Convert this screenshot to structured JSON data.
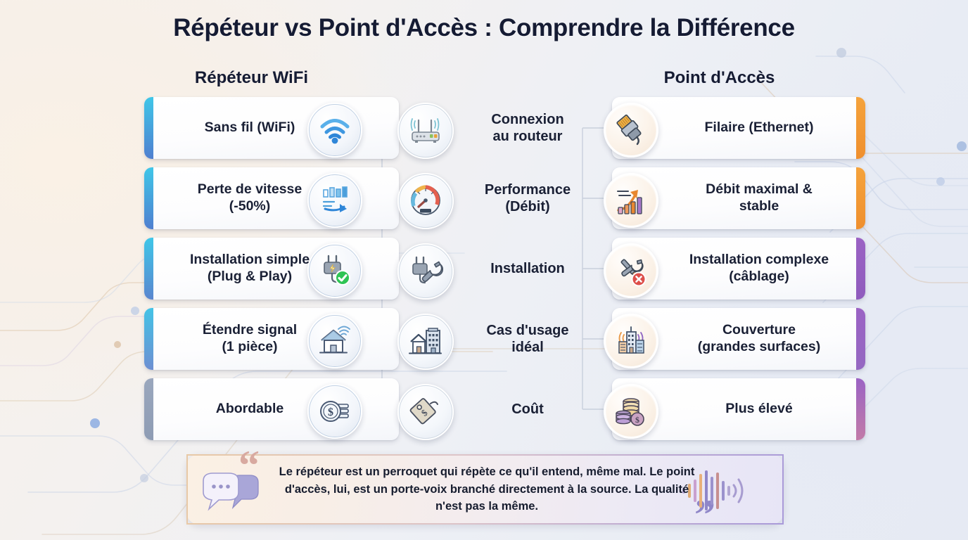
{
  "title": "Répéteur vs Point d'Accès : Comprendre la Différence",
  "columns": {
    "left_heading": "Répéteur WiFi",
    "right_heading": "Point d'Accès"
  },
  "rows": [
    {
      "criterion": "Connexion\nau routeur",
      "criterion_icon": "router-icon",
      "left": {
        "label": "Sans fil (WiFi)",
        "icon": "wifi-icon",
        "accent_from": "#3fc6e8",
        "accent_to": "#4f7fd0"
      },
      "right": {
        "label": "Filaire (Ethernet)",
        "icon": "ethernet-plug-icon",
        "accent_from": "#f5a33c",
        "accent_to": "#ef8f2e"
      }
    },
    {
      "criterion": "Performance\n(Débit)",
      "criterion_icon": "speedometer-icon",
      "left": {
        "label": "Perte de vitesse\n(-50%)",
        "icon": "speed-drop-icon",
        "accent_from": "#3fc6e8",
        "accent_to": "#4f7fd0"
      },
      "right": {
        "label": "Débit maximal &\nstable",
        "icon": "growth-chart-icon",
        "accent_from": "#f5a33c",
        "accent_to": "#ef8f2e"
      }
    },
    {
      "criterion": "Installation",
      "criterion_icon": "plug-wrench-icon",
      "left": {
        "label": "Installation simple\n(Plug & Play)",
        "icon": "plug-check-icon",
        "accent_from": "#3fc6e8",
        "accent_to": "#5a86cf"
      },
      "right": {
        "label": "Installation complexe\n(câblage)",
        "icon": "tools-error-icon",
        "accent_from": "#9b63c4",
        "accent_to": "#8f5bbd"
      }
    },
    {
      "criterion": "Cas d'usage\nidéal",
      "criterion_icon": "house-building-icon",
      "left": {
        "label": "Étendre signal\n(1 pièce)",
        "icon": "house-signal-icon",
        "accent_from": "#44c3e6",
        "accent_to": "#6d8fd2"
      },
      "right": {
        "label": "Couverture\n(grandes surfaces)",
        "icon": "building-signal-icon",
        "accent_from": "#9b63c4",
        "accent_to": "#9568c2"
      }
    },
    {
      "criterion": "Coût",
      "criterion_icon": "price-tag-icon",
      "left": {
        "label": "Abordable",
        "icon": "coins-dollar-icon",
        "accent_from": "#9aa7bd",
        "accent_to": "#8e9cb4"
      },
      "right": {
        "label": "Plus élevé",
        "icon": "coins-stack-icon",
        "accent_from": "#9b63c4",
        "accent_to": "#c27ba8"
      }
    }
  ],
  "quote": {
    "text": "Le répéteur est un perroquet qui répète ce qu'il entend, même mal. Le point d'accès, lui, est un porte-voix branché directement à la source. La qualité n'est pas la même.",
    "open_quote_glyph": "“",
    "close_quote_glyph": "”",
    "left_icon": "chat-bubbles-icon",
    "right_icon": "soundwave-icon"
  },
  "theme": {
    "title_color": "#151b33",
    "left_accent": "#3fc6e8",
    "right_accent_top": "#f5a33c",
    "right_accent_bottom": "#9b63c4",
    "bg_left": "#f8f2ea",
    "bg_right": "#e6eaf3"
  }
}
